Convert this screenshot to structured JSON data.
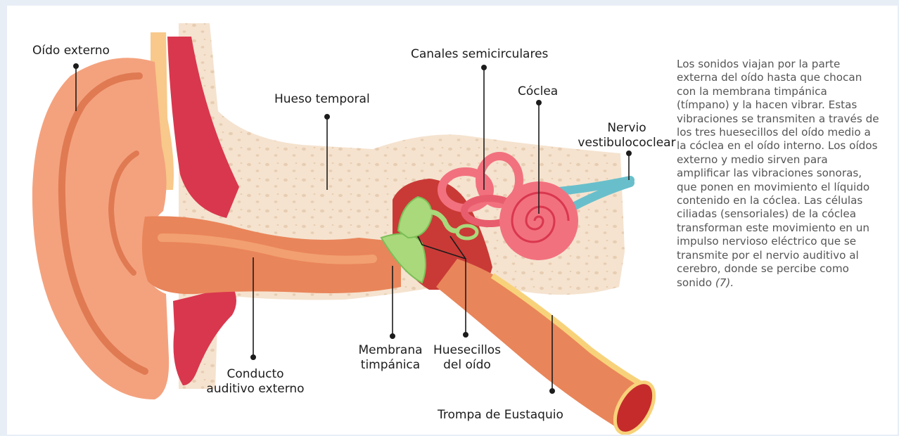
{
  "labels": {
    "outer_ear": "Oído externo",
    "temporal_bone": "Hueso temporal",
    "semicircular_canals": "Canales semicirculares",
    "cochlea": "Cóclea",
    "vestibulocochlear_nerve": [
      "Nervio",
      "vestibulococlear"
    ],
    "ear_canal": [
      "Conducto",
      "auditivo externo"
    ],
    "eardrum": [
      "Membrana",
      "timpánica"
    ],
    "ossicles": [
      "Huesecillos",
      "del oído"
    ],
    "eustachian_tube": "Trompa de Eustaquio"
  },
  "description": {
    "text": "Los sonidos viajan por la parte externa del oído hasta que chocan con la membrana timpánica (tímpano) y la hacen vibrar. Estas vibraciones se transmiten a través de los tres huesecillos del oído medio a la cóclea en el oído interno. Los oídos externo y medio sirven para amplificar las vibraciones sonoras, que ponen en movimiento el líquido contenido en la cóclea. Las células ciliadas (sensoriales) de la cóclea transforman este movimiento en un impulso nervioso eléctrico que se transmite por el nervio auditivo al cerebro, donde se percibe como sonido",
    "citation": "(7)."
  },
  "colors": {
    "background": "#e8eef6",
    "bone": "#f5e3cf",
    "skin": "#f4a27e",
    "canal": "#e9855a",
    "red": "#d9374e",
    "pink": "#f2717f",
    "green": "#a9d97b",
    "nerve": "#68bfcb",
    "tube": "#f8d27a"
  }
}
